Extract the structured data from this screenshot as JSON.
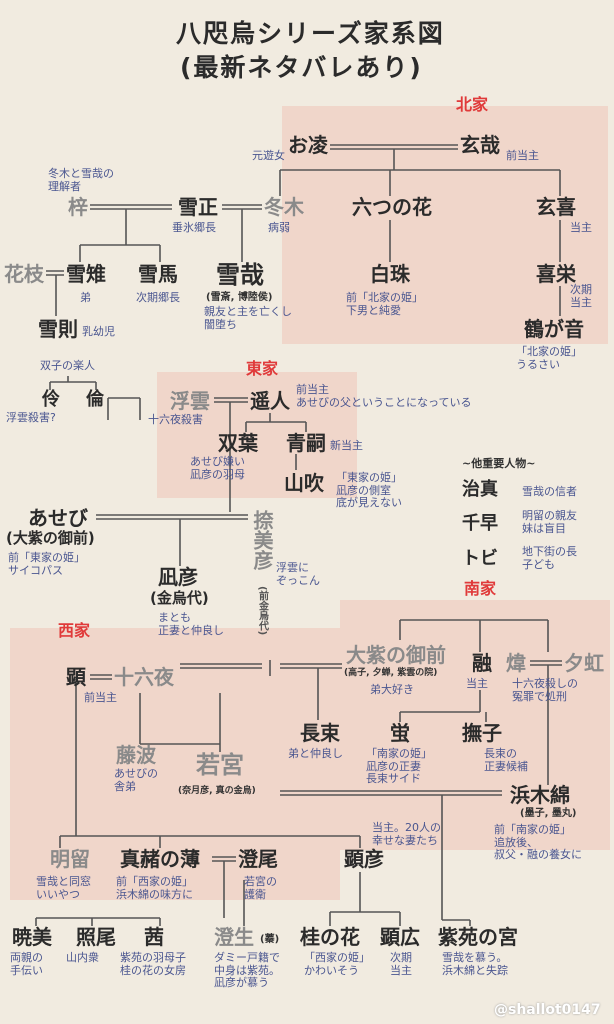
{
  "title": {
    "line1": "八咫烏シリーズ家系図",
    "line2": "(最新ネタバレあり)"
  },
  "houses": {
    "north": "北家",
    "east": "東家",
    "south": "南家",
    "west": "西家"
  },
  "watermark": "@shallot0147",
  "colors": {
    "house_label": "#e03a3a",
    "region_fill": "#f0cfc4",
    "note_blue": "#4a5690",
    "line": "#555555"
  },
  "north": {
    "onoi": {
      "name": "お凌",
      "note": "元遊女"
    },
    "gensai": {
      "name": "玄哉",
      "note": "前当主"
    },
    "azusa": {
      "name": "梓",
      "note": "冬木と雪哉の\n理解者"
    },
    "yukimasa": {
      "name": "雪正",
      "note": "垂氷郷長"
    },
    "fuyuki": {
      "name": "冬木",
      "note": "病弱"
    },
    "mutsunohana": {
      "name": "六つの花"
    },
    "genki": {
      "name": "玄喜",
      "note": "当主"
    },
    "hanae": {
      "name": "花枝"
    },
    "yukiya_brother": {
      "name": "雪雉",
      "note": "弟"
    },
    "yukima": {
      "name": "雪馬",
      "note": "次期郷長"
    },
    "yukiya": {
      "name": "雪哉",
      "sub": "(雪斎, 博陸侯)",
      "note": "親友と主を亡くし\n闇堕ち"
    },
    "hakuju": {
      "name": "白珠",
      "note": "前「北家の姫」\n下男と純愛"
    },
    "kiei": {
      "name": "喜栄",
      "note": "次期\n当主"
    },
    "yukinori": {
      "name": "雪則",
      "note": "乳幼児"
    },
    "tsurugane": {
      "name": "鶴が音",
      "note": "「北家の姫」\nうるさい"
    }
  },
  "east": {
    "twins_note": "双子の楽人",
    "twin_a": {
      "name": "伶"
    },
    "twin_b": {
      "name": "倫"
    },
    "twins_extra": "浮雲殺害?",
    "ukigumo": {
      "name": "浮雲",
      "note": "十六夜殺害"
    },
    "aguri": {
      "name": "遥人",
      "note": "前当主\nあせびの父ということになっている"
    },
    "futaba": {
      "name": "双葉",
      "note": "あせび嫌い\n凪彦の羽母"
    },
    "aotsugu": {
      "name": "青嗣",
      "note": "新当主"
    },
    "yamabuki": {
      "name": "山吹",
      "note": "「東家の姫」\n凪彦の側室\n底が見えない"
    },
    "asebi": {
      "name": "あせび",
      "sub": "(大紫の御前)",
      "note": "前「東家の姫」\nサイコパス"
    },
    "sumihiko": {
      "name": "捺美彦",
      "sub": "(前金烏代)",
      "note": "浮雲に\nぞっこん"
    },
    "nagihiko": {
      "name": "凪彦",
      "sub": "(金烏代)",
      "note": "まとも\n正妻と仲良し"
    }
  },
  "others": {
    "header": "~他重要人物~",
    "items": [
      {
        "name": "治真",
        "note": "雪哉の信者"
      },
      {
        "name": "千早",
        "note": "明留の親友\n妹は盲目"
      },
      {
        "name": "トビ",
        "note": "地下街の長\n子ども"
      }
    ]
  },
  "south": {
    "omurasaki": {
      "name": "大紫の御前",
      "sub": "(高子, 夕蝉, 紫雲の院)",
      "note": "弟大好き"
    },
    "toru": {
      "name": "融",
      "note": "当主"
    },
    "hi": {
      "name": "煒"
    },
    "yuuko": {
      "name": "夕虹",
      "note": "十六夜殺しの\n冤罪で処刑"
    },
    "nagatsuka": {
      "name": "長束",
      "note": "弟と仲良し"
    },
    "hotaru": {
      "name": "蛍",
      "note": "「南家の姫」\n凪彦の正妻\n長束サイド"
    },
    "nadeshiko": {
      "name": "撫子",
      "note": "長束の\n正妻候補"
    },
    "hamayu": {
      "name": "浜木綿",
      "sub": "(墨子, 墨丸)",
      "note": "前「南家の姫」\n追放後、\n叔父・融の養女に"
    }
  },
  "west": {
    "akira": {
      "name": "顕",
      "note": "前当主"
    },
    "izayoi": {
      "name": "十六夜"
    },
    "fujinami": {
      "name": "藤波",
      "note": "あせびの\n舎弟"
    },
    "wakamiya": {
      "name": "若宮",
      "sub": "(奈月彦, 真の金烏)"
    },
    "akiru": {
      "name": "明留",
      "note": "雪哉と同窓\nいいやつ"
    },
    "masuho": {
      "name": "真赭の薄",
      "note": "前「西家の姫」\n浜木綿の味方に"
    },
    "sumio": {
      "name": "澄尾",
      "note": "若宮の\n護衛"
    },
    "akihiko": {
      "name": "顕彦",
      "note": "当主。20人の\n幸せな妻たち"
    },
    "akemi": {
      "name": "暁美",
      "note": "両親の\n手伝い"
    },
    "teruo": {
      "name": "照尾",
      "note": "山内衆"
    },
    "akane": {
      "name": "茜"
    },
    "akane_note": "紫苑の羽母子\n桂の花の女房",
    "kei": {
      "name": "澄生",
      "sub": "(蓁)",
      "note": "ダミー戸籍で\n中身は紫苑。\n凪彦が慕う"
    },
    "katsuranohana": {
      "name": "桂の花",
      "note": "「西家の姫」\nかわいそう"
    },
    "akihiro": {
      "name": "顕広",
      "note": "次期\n当主"
    },
    "shion": {
      "name": "紫苑の宮",
      "note": "雪哉を慕う。\n浜木綿と失踪"
    }
  }
}
